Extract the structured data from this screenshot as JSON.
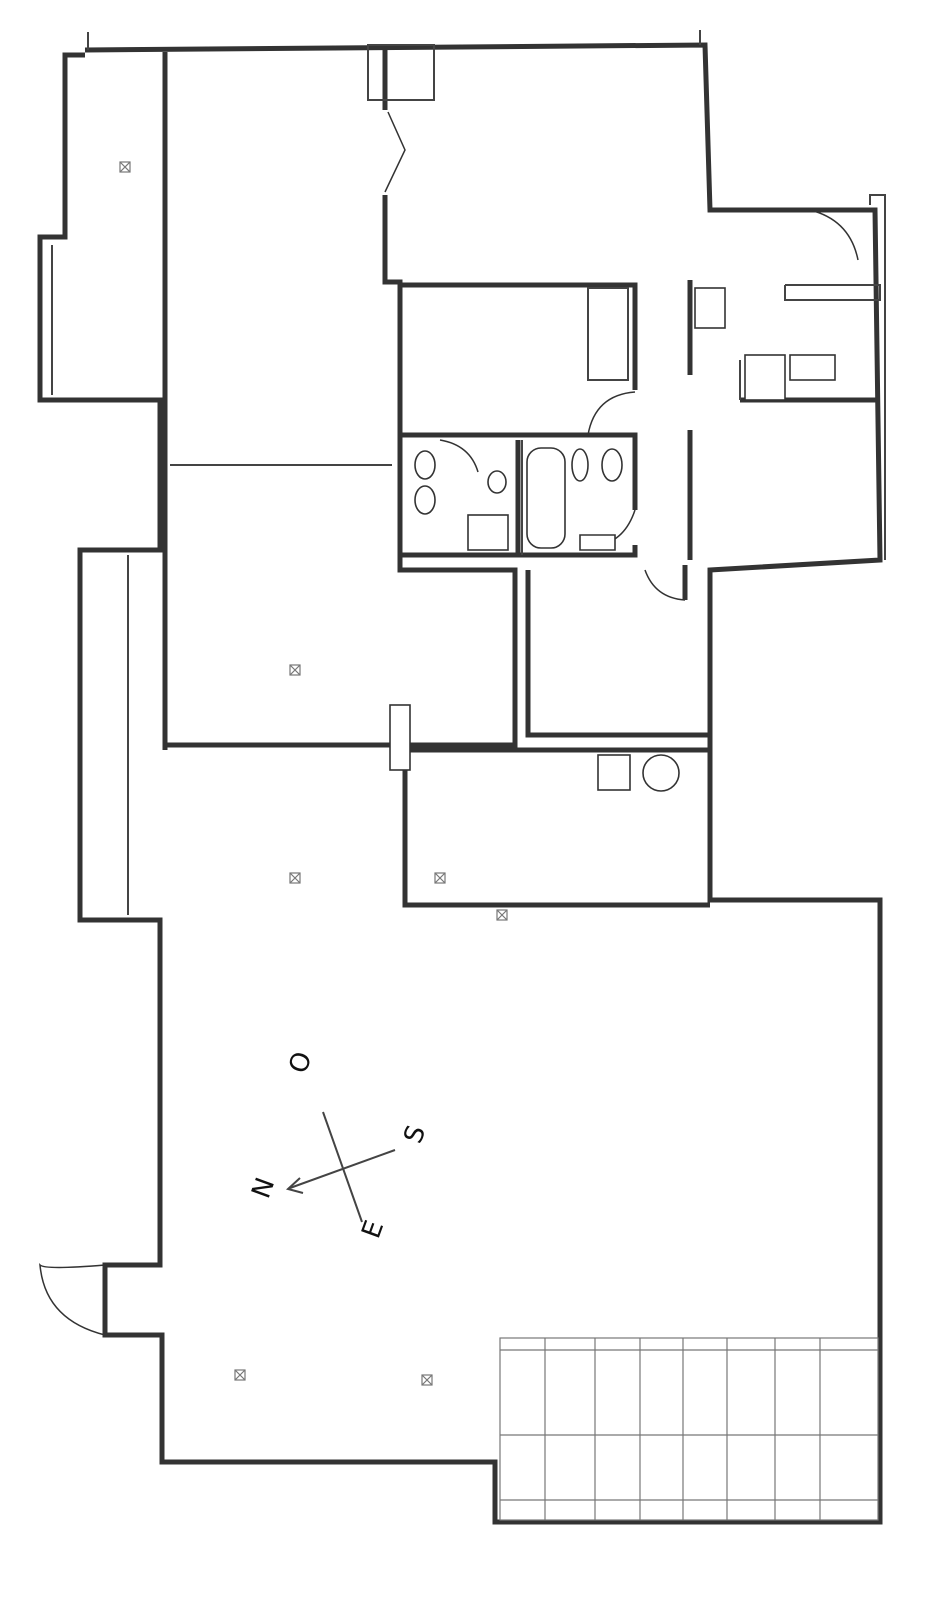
{
  "plan": {
    "compass": {
      "north": "N",
      "south": "S",
      "east": "E",
      "west": "O"
    },
    "colors": {
      "ink": "#333333",
      "paper": "#ffffff"
    }
  }
}
